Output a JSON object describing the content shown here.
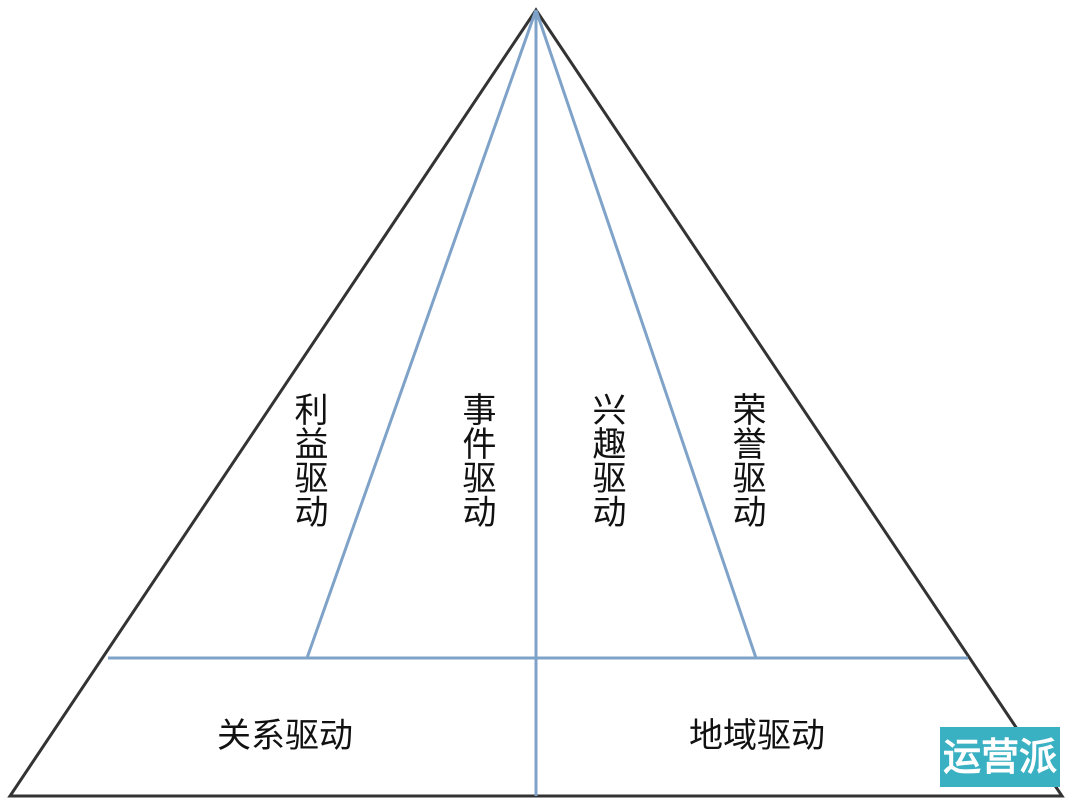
{
  "diagram": {
    "title": "",
    "upper_segments": [
      {
        "label": "利益驱动"
      },
      {
        "label": "事件驱动"
      },
      {
        "label": "兴趣驱动"
      },
      {
        "label": "荣誉驱动"
      }
    ],
    "base_segments": [
      {
        "label": "关系驱动"
      },
      {
        "label": "地域驱动"
      }
    ],
    "colors": {
      "outline": "#333333",
      "divider": "#7fa3c8",
      "watermark_bg": "#3ab0c3"
    }
  },
  "watermark": {
    "text": "运营派"
  }
}
